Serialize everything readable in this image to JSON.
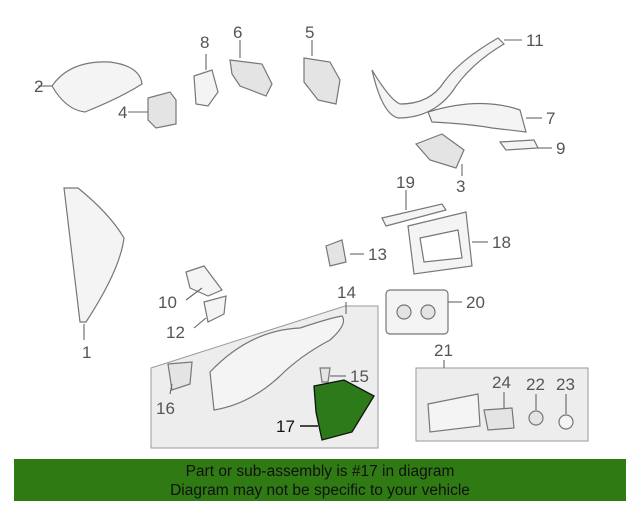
{
  "callouts": {
    "c1": "1",
    "c2": "2",
    "c3": "3",
    "c4": "4",
    "c5": "5",
    "c6": "6",
    "c7": "7",
    "c8": "8",
    "c9": "9",
    "c10": "10",
    "c11": "11",
    "c12": "12",
    "c13": "13",
    "c14": "14",
    "c15": "15",
    "c16": "16",
    "c17": "17",
    "c18": "18",
    "c19": "19",
    "c20": "20",
    "c21": "21",
    "c22": "22",
    "c23": "23",
    "c24": "24"
  },
  "colors": {
    "highlight_part": "#2c7a1a",
    "footer_background": "#2f7a12"
  },
  "footer": {
    "line1": "Part or sub-assembly is #17 in diagram",
    "line2": "Diagram may not be specific to your vehicle"
  }
}
